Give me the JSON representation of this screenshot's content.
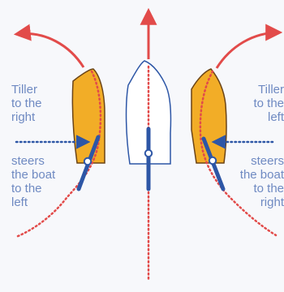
{
  "fragment": "",
  "labels": {
    "left_tiller": [
      "Tiller",
      "to the",
      "right"
    ],
    "left_steers": [
      "steers",
      "the boat",
      "to the",
      "left"
    ],
    "right_tiller": [
      "Tiller",
      "to the",
      "left"
    ],
    "right_steers": [
      "steers",
      "the boat",
      "to the",
      "right"
    ]
  },
  "colors": {
    "hull_fill": "#f2ad27",
    "hull_outline": "#6b4417",
    "red": "#e24b4a",
    "blue": "#2d56a6",
    "text": "#6f8ac2",
    "bg": "#f7f8fb"
  }
}
